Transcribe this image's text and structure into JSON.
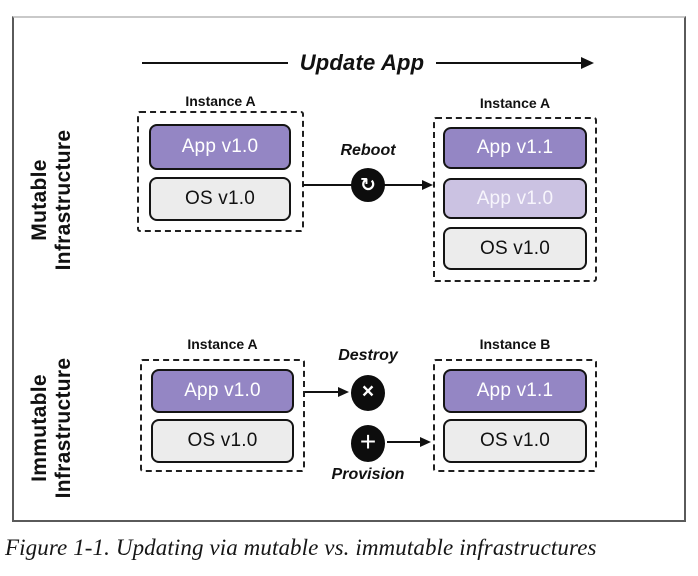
{
  "colors": {
    "app_dark": "#9486c4",
    "app_light": "#cbc2e2",
    "os_gray": "#ececec",
    "badge_black": "#0d0d0d"
  },
  "header": {
    "update_arrow_label": "Update App"
  },
  "mutable": {
    "row_label_line1": "Mutable",
    "row_label_line2": "Infrastructure",
    "left_instance": {
      "title": "Instance A",
      "boxes": [
        {
          "label": "App v1.0"
        },
        {
          "label": "OS v1.0"
        }
      ]
    },
    "transition": {
      "label": "Reboot",
      "icon_glyph": "↻"
    },
    "right_instance": {
      "title": "Instance A",
      "boxes": [
        {
          "label": "App v1.1"
        },
        {
          "label": "App v1.0"
        },
        {
          "label": "OS v1.0"
        }
      ]
    }
  },
  "immutable": {
    "row_label_line1": "Immutable",
    "row_label_line2": "Infrastructure",
    "left_instance": {
      "title": "Instance A",
      "boxes": [
        {
          "label": "App v1.0"
        },
        {
          "label": "OS v1.0"
        }
      ]
    },
    "destroy": {
      "label": "Destroy",
      "icon_glyph": "×"
    },
    "provision": {
      "label": "Provision",
      "icon_glyph": "+"
    },
    "right_instance": {
      "title": "Instance B",
      "boxes": [
        {
          "label": "App v1.1"
        },
        {
          "label": "OS v1.0"
        }
      ]
    }
  },
  "caption": "Figure 1-1. Updating via mutable vs. immutable infrastructures"
}
